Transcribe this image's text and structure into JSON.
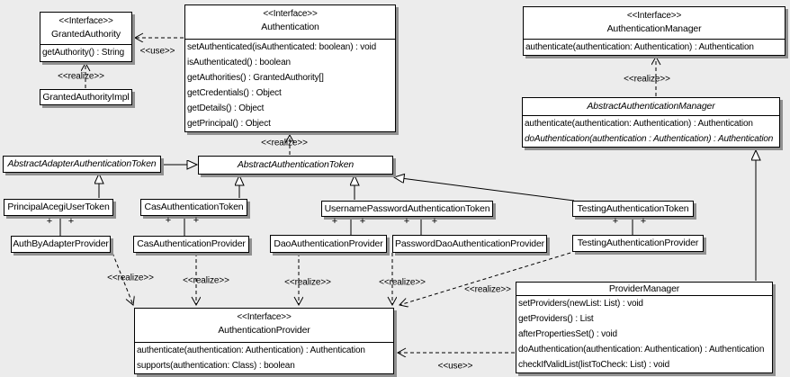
{
  "diagram": {
    "type": "uml-class-diagram",
    "background_color": "#ececec",
    "box_fill": "#ffffff",
    "line_color": "#000000",
    "shadow_color": "#909090"
  },
  "labels": {
    "realize": "<<realize>>",
    "use": "<<use>>",
    "plus": "+"
  },
  "classes": {
    "granted_authority": {
      "stereotype": "<<Interface>>",
      "name": "GrantedAuthority",
      "methods": [
        "getAuthority() : String"
      ]
    },
    "granted_authority_impl": {
      "name": "GrantedAuthorityImpl"
    },
    "authentication": {
      "stereotype": "<<Interface>>",
      "name": "Authentication",
      "methods": [
        "setAuthenticated(isAuthenticated: boolean) : void",
        "isAuthenticated() : boolean",
        "getAuthorities() : GrantedAuthority[]",
        "getCredentials() : Object",
        "getDetails() : Object",
        "getPrincipal() : Object"
      ]
    },
    "authentication_manager": {
      "stereotype": "<<Interface>>",
      "name": "AuthenticationManager",
      "methods": [
        "authenticate(authentication: Authentication) : Authentication"
      ]
    },
    "abstract_authentication_manager": {
      "name": "AbstractAuthenticationManager",
      "methods": [
        "authenticate(authentication: Authentication) : Authentication",
        "doAuthentication(authentication : Authentication) : Authentication"
      ]
    },
    "abstract_adapter_authentication_token": {
      "name": "AbstractAdapterAuthenticationToken"
    },
    "abstract_authentication_token": {
      "name": "AbstractAuthenticationToken"
    },
    "principal_acegi_user_token": {
      "name": "PrincipalAcegiUserToken"
    },
    "cas_authentication_token": {
      "name": "CasAuthenticationToken"
    },
    "username_password_authentication_token": {
      "name": "UsernamePasswordAuthenticationToken"
    },
    "testing_authentication_token": {
      "name": "TestingAuthenticationToken"
    },
    "auth_by_adapter_provider": {
      "name": "AuthByAdapterProvider"
    },
    "cas_authentication_provider": {
      "name": "CasAuthenticationProvider"
    },
    "dao_authentication_provider": {
      "name": "DaoAuthenticationProvider"
    },
    "password_dao_authentication_provider": {
      "name": "PasswordDaoAuthenticationProvider"
    },
    "testing_authentication_provider": {
      "name": "TestingAuthenticationProvider"
    },
    "provider_manager": {
      "name": "ProviderManager",
      "methods": [
        "setProviders(newList: List) : void",
        "getProviders() : List",
        "afterPropertiesSet() : void",
        "doAuthentication(authentication: Authentication) : Authentication",
        "checkIfValidList(listToCheck: List) : void"
      ]
    },
    "authentication_provider": {
      "stereotype": "<<Interface>>",
      "name": "AuthenticationProvider",
      "methods": [
        "authenticate(authentication: Authentication) : Authentication",
        "supports(authentication: Class) : boolean"
      ]
    }
  }
}
